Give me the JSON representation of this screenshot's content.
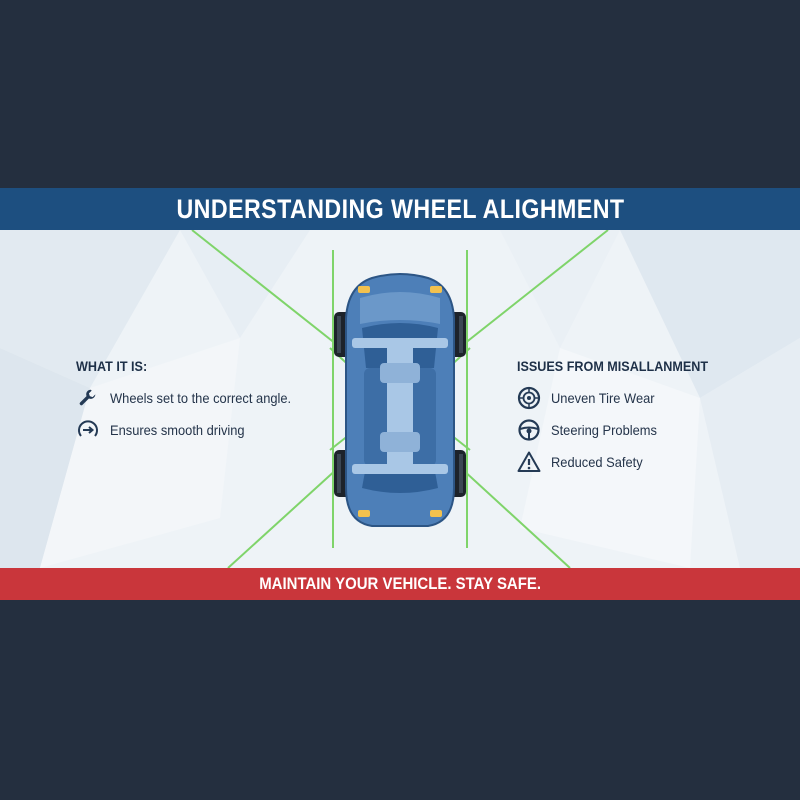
{
  "title": "UNDERSTANDING WHEEL ALIGHMENT",
  "footer": "MAINTAIN YOUR VEHICLE. STAY SAFE.",
  "what_it_is": {
    "heading": "WHAT IT IS:",
    "items": [
      {
        "label": "Wheels set to the correct angle.",
        "icon": "wrench-icon"
      },
      {
        "label": "Ensures smooth driving",
        "icon": "speedometer-arrow-icon"
      }
    ]
  },
  "issues": {
    "heading": "ISSUES FROM MISALLANMENT",
    "items": [
      {
        "label": "Uneven Tire Wear",
        "icon": "tire-icon"
      },
      {
        "label": "Steering Problems",
        "icon": "steering-wheel-icon"
      },
      {
        "label": "Reduced Safety",
        "icon": "warning-icon"
      }
    ]
  },
  "colors": {
    "title_bar": "#1d4f80",
    "footer_bar": "#c9363b",
    "background": "#242f3f",
    "car_body": "#4d7fb8",
    "alignment_lines": "#7fd46a"
  }
}
